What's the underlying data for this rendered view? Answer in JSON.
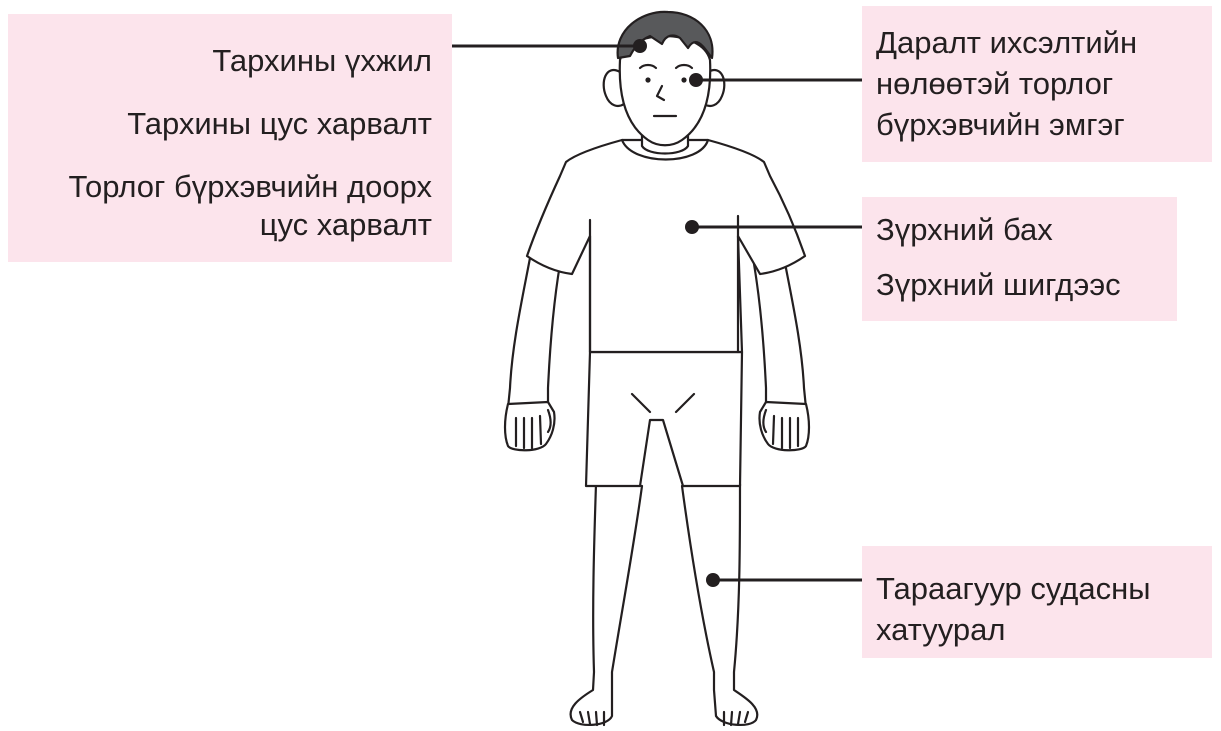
{
  "colors": {
    "callout_fill": "#fce4ec",
    "line": "#231f20",
    "hair": "#58595b",
    "figure_fill": "#ffffff"
  },
  "figure": {
    "icon": "human-figure-icon"
  },
  "callouts": {
    "brain": {
      "items": [
        "Тархины үхжил",
        "Тархины цус харвалт"
      ],
      "item3_line1": "Торлог бүрхэвчийн доорх",
      "item3_line2": "цус харвалт"
    },
    "eye": {
      "line1": "Даралт ихсэлтийн",
      "line2": "нөлөөтэй торлог",
      "line3": "бүрхэвчийн эмгэг"
    },
    "heart": {
      "items": [
        "Зүрхний бах",
        "Зүрхний шигдээс"
      ]
    },
    "leg": {
      "line1": "Тараагуур судасны",
      "line2": "хатуурал"
    }
  }
}
